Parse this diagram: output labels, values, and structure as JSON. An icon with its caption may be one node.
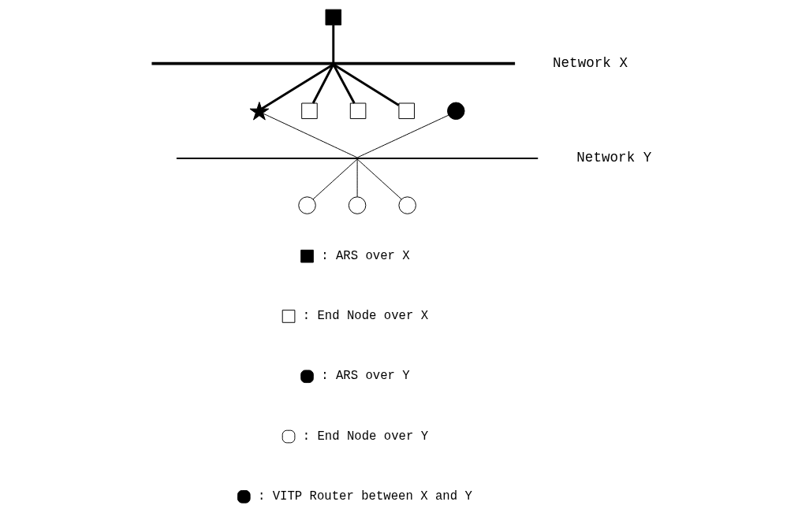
{
  "diagram": {
    "nodes": [
      {
        "text": [],
        "shape": "box"
      },
      {
        "text": [],
        "shape": "bar",
        "beside": [
          "Network X"
        ]
      },
      {
        "text": [],
        "shape": "star"
      },
      {
        "text": [],
        "shape": "box"
      },
      {
        "text": [],
        "shape": "box"
      },
      {
        "text": [],
        "shape": "box"
      },
      {
        "text": [],
        "shape": "circle"
      },
      {
        "text": [],
        "shape": "bar",
        "beside": [
          "Network Y"
        ]
      },
      {
        "text": [],
        "shape": "circle"
      },
      {
        "text": [],
        "shape": "circle"
      },
      {
        "text": [],
        "shape": "circle"
      }
    ],
    "edges": [
      {
        "from": 0,
        "to": 1,
        "arrow": "none",
        "style": "thick"
      },
      {
        "from": 1,
        "to": 2,
        "arrow": "none",
        "style": "thick"
      },
      {
        "from": 1,
        "to": 3,
        "arrow": "none",
        "style": "thick"
      },
      {
        "from": 1,
        "to": 4,
        "arrow": "none",
        "style": "thick"
      },
      {
        "from": 1,
        "to": 5,
        "arrow": "none",
        "style": "thick"
      },
      {
        "from": 6,
        "to": 7,
        "arrow": "none"
      },
      {
        "from": 2,
        "to": 7,
        "arrow": "none"
      },
      {
        "from": 7,
        "to": 8,
        "arrow": "none"
      },
      {
        "from": 7,
        "to": 9,
        "arrow": "none"
      },
      {
        "from": 7,
        "to": 10,
        "arrow": "none"
      }
    ],
    "legend": [
      {
        "text": ": ARS over X"
      },
      {
        "text": ": End Node over X"
      },
      {
        "text": ": ARS over Y"
      },
      {
        "text": ": End Node over Y"
      },
      {
        "text": ": VITP Router between X and Y"
      }
    ]
  }
}
